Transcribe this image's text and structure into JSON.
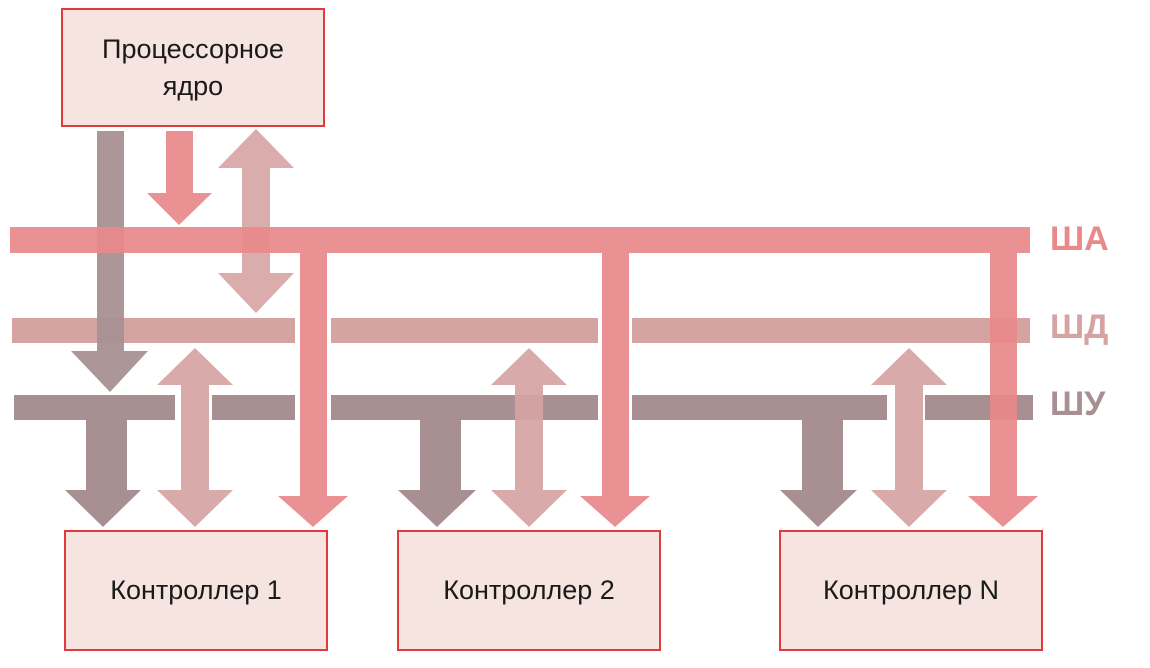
{
  "core": {
    "label": "Процессорное\nядро"
  },
  "controllers": [
    {
      "label": "Контроллер 1"
    },
    {
      "label": "Контроллер 2"
    },
    {
      "label": "Контроллер N"
    }
  ],
  "buses": {
    "address": {
      "label": "ША",
      "color": "#e8898a"
    },
    "data": {
      "label": "ШД",
      "color": "#d6a3a3"
    },
    "control": {
      "label": "ШУ",
      "color": "#a89092"
    }
  },
  "colors": {
    "box_fill": "#f5e4df",
    "box_border": "#e23a3a"
  }
}
